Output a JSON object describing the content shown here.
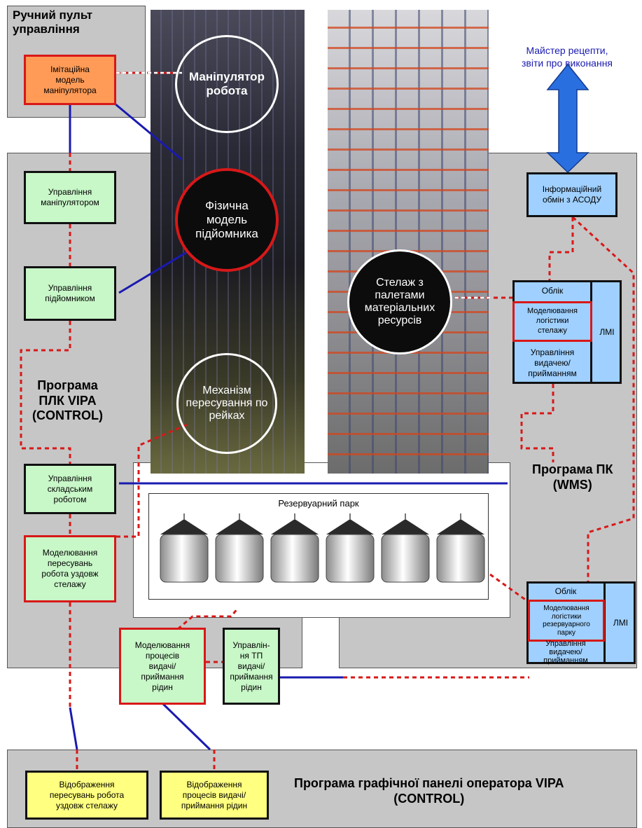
{
  "panels": {
    "manual": "Ручний пульт\nуправління",
    "plc": "Програма\nПЛК VIPA\n(CONTROL)",
    "pc": "Програма ПК\n(WMS)",
    "hmi": "Програма графічної панелі оператора VIPA\n(CONTROL)"
  },
  "top_right_label": "Майстер рецепти,\nзвіти про виконання",
  "circles": {
    "manipulator": "Маніпулятор\nробота",
    "physical": "Фізична\nмодель\nпідйомника",
    "mechanism": "Механізм\nпересування по\nрейках",
    "rack": "Стелаж з\nпалетами\nматеріальних\nресурсів"
  },
  "boxes": {
    "imitation": "Імітаційна\nмодель\nманіпулятора",
    "manip_ctrl": "Управління\nманіпулятором",
    "lift_ctrl": "Управління\nпідйомником",
    "warehouse_robot": "Управління\nскладським\nроботом",
    "robot_sim": "Моделювання\nпересувань\nробота уздовж\nстелажу",
    "liquid_sim": "Моделювання\nпроцесів\nвидачі/\nприймання\nрідин",
    "tp_ctrl": "Управлін-\nня ТП\nвидачі/\nприймання\nрідин",
    "info_exchange": "Інформаційний\nобмін з АСОДУ",
    "hmi_robot": "Відображення\nпересувань робота\nуздовж стелажу",
    "hmi_liquid": "Відображення\nпроцесів видачі/\nприймання рідин"
  },
  "lmi_upper": {
    "accounting": "Облік",
    "modeling": "Моделювання\nлогістики\nстелажу",
    "issue": "Управління\nвидачею/\nприйманням",
    "side": "ЛМІ"
  },
  "lmi_lower": {
    "accounting": "Облік",
    "modeling": "Моделювання\nлогістики\nрезервуарного\nпарку",
    "issue": "Управління\nвидачею/\nприйманням",
    "side": "ЛМІ"
  },
  "tank_park": {
    "label": "Резервуарний парк",
    "tank_count": 6
  },
  "colors": {
    "panel_gray": "#c6c6c6",
    "box_green": "#c8f7c8",
    "box_orange": "#ff9b57",
    "box_yellow": "#ffff80",
    "box_blue": "#9fd0ff",
    "link_blue": "#1a1ab0",
    "link_red": "#d81818",
    "arrow_blue": "#2a6fe0"
  }
}
